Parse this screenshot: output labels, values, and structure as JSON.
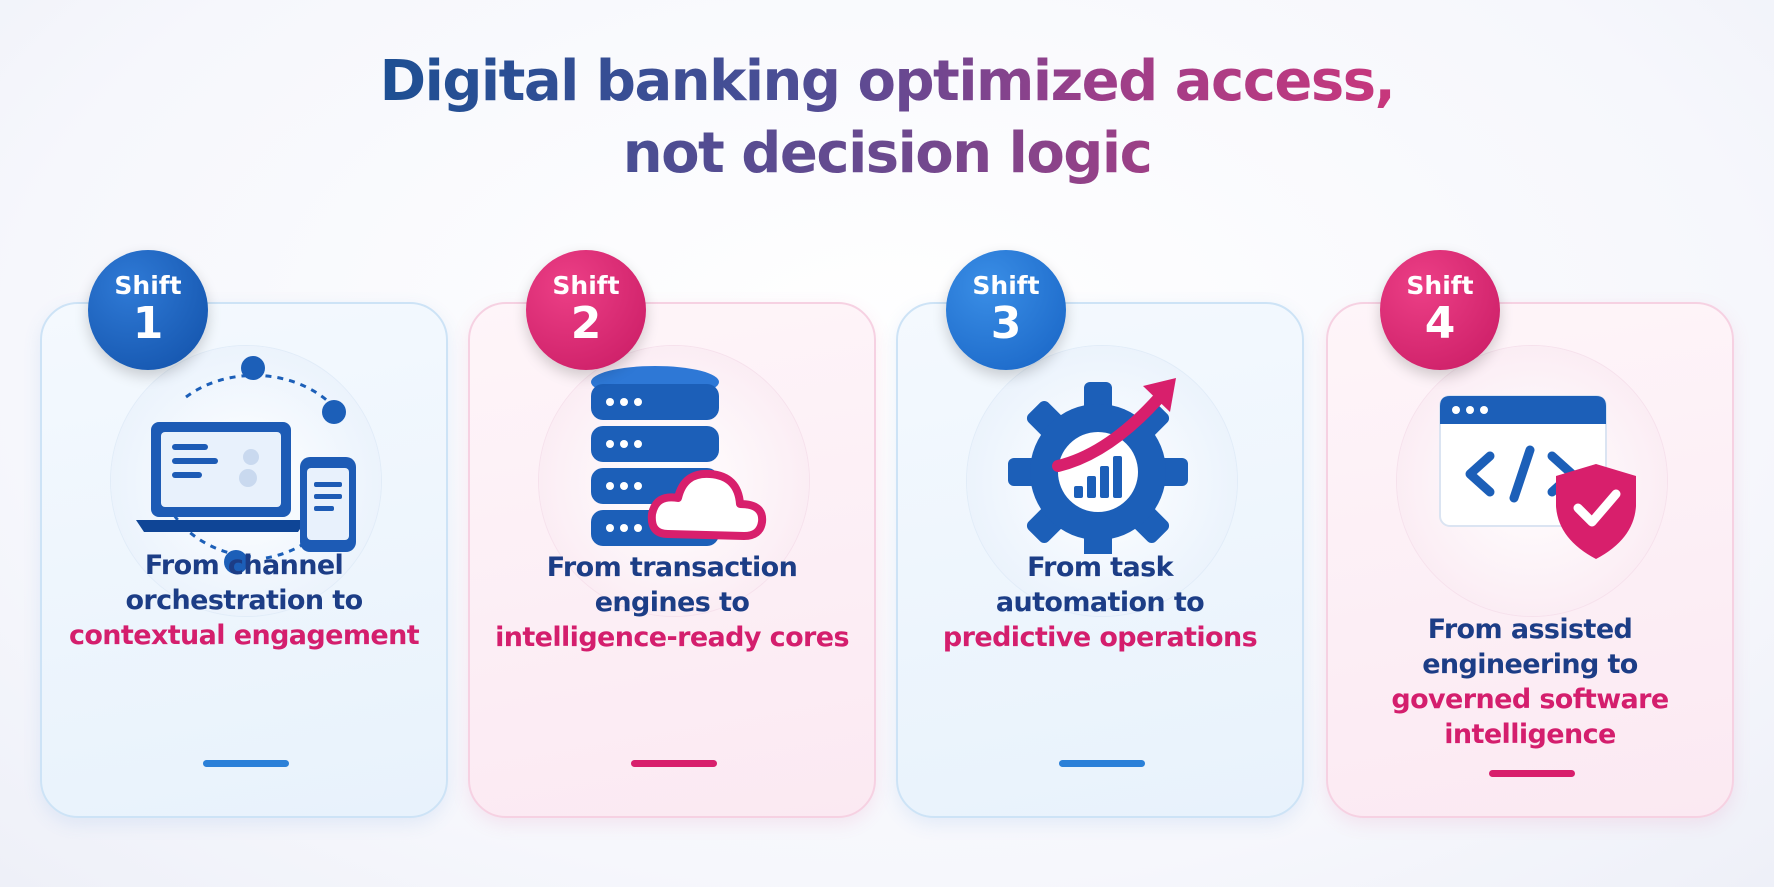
{
  "headline": {
    "line1": "Digital banking optimized access,",
    "line2": "not decision logic"
  },
  "cards": [
    {
      "badge_word": "Shift",
      "badge_number": "1",
      "icon": "laptop-phone-network-icon",
      "caption_dark": [
        "From channel",
        "orchestration to"
      ],
      "caption_accent": [
        "contextual engagement"
      ]
    },
    {
      "badge_word": "Shift",
      "badge_number": "2",
      "icon": "database-cloud-icon",
      "caption_dark": [
        "From transaction",
        "engines to"
      ],
      "caption_accent": [
        "intelligence-ready cores"
      ]
    },
    {
      "badge_word": "Shift",
      "badge_number": "3",
      "icon": "gear-growth-chart-icon",
      "caption_dark": [
        "From task",
        "automation to"
      ],
      "caption_accent": [
        "predictive operations"
      ]
    },
    {
      "badge_word": "Shift",
      "badge_number": "4",
      "icon": "code-window-shield-icon",
      "caption_dark": [
        "From assisted",
        "engineering to"
      ],
      "caption_accent": [
        "governed software",
        "intelligence"
      ]
    }
  ],
  "colors": {
    "navy": "#1c3d86",
    "blue": "#1763c4",
    "magenta": "#d41e6d"
  }
}
